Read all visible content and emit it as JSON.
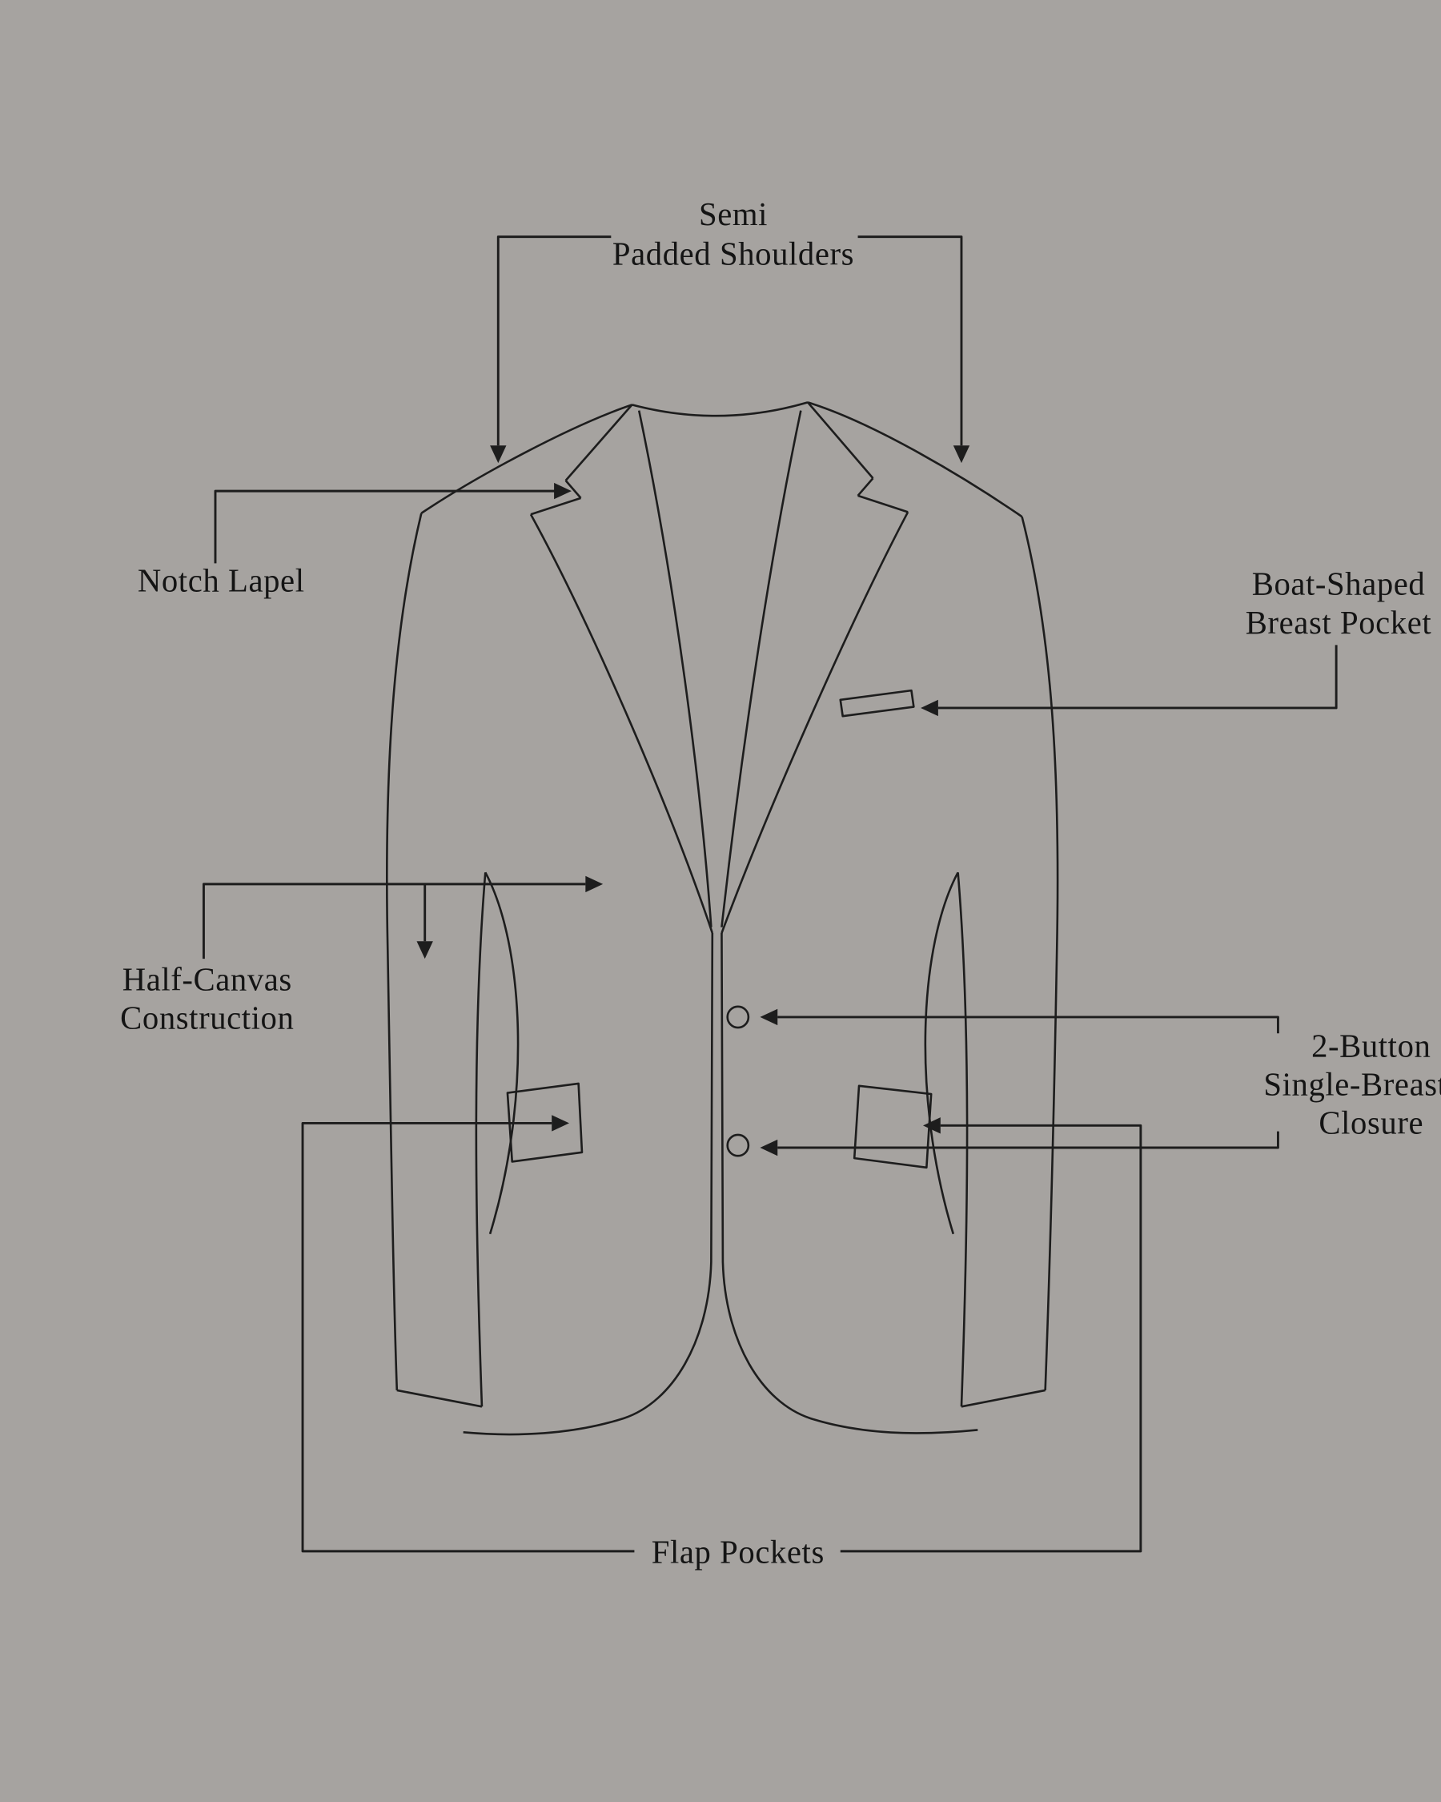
{
  "diagram": {
    "colors": {
      "background": "#a6a3a0",
      "line": "#1d1d1d",
      "text": "#141414"
    },
    "labels": {
      "shoulders": {
        "line1": "Semi",
        "line2": "Padded Shoulders"
      },
      "notch_lapel": {
        "text": "Notch Lapel"
      },
      "breast_pocket": {
        "line1": "Boat-Shaped",
        "line2": "Breast Pocket"
      },
      "half_canvas": {
        "line1": "Half-Canvas",
        "line2": "Construction"
      },
      "closure": {
        "line1": "2-Button",
        "line2": "Single-Breasted",
        "line3": "Closure"
      },
      "flap_pockets": {
        "text": "Flap Pockets"
      }
    }
  }
}
